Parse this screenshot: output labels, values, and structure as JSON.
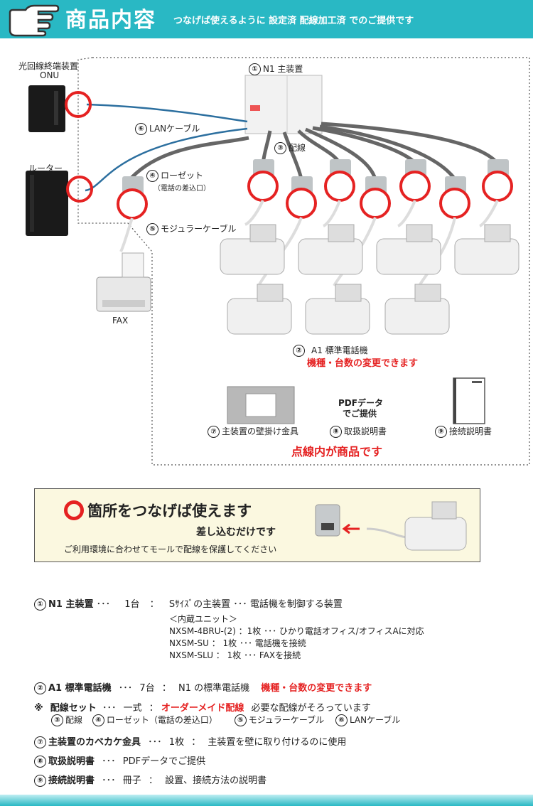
{
  "header": {
    "title": "商品内容",
    "subtitle": "つなげば使えるように 設定済 配線加工済 でのご提供です"
  },
  "diagram": {
    "onu_label_1": "光回線終端装置",
    "onu_label_2": "ONU",
    "main_unit_label": "N1 主装置",
    "main_unit_num": "①",
    "lan_label": "LANケーブル",
    "lan_num": "⑥",
    "router_label": "ルーター",
    "wiring_label": "配線",
    "wiring_num": "③",
    "rosette_label": "ローゼット",
    "rosette_num": "④",
    "rosette_sub": "（電話の差込口）",
    "modular_label": "モジュラーケーブル",
    "modular_num": "⑤",
    "fax_label": "FAX",
    "phone_label": "A1 標準電話機",
    "phone_num": "②",
    "phone_note": "機種・台数の変更できます",
    "pdf_note_1": "PDFデータ",
    "pdf_note_2": "でご提供",
    "bracket_label": "主装置の壁掛け金具",
    "bracket_num": "⑦",
    "manual_label": "取扱説明書",
    "manual_num": "⑧",
    "conn_manual_label": "接続説明書",
    "conn_manual_num": "⑨",
    "product_note": "点線内が商品です"
  },
  "callout": {
    "title": "箇所をつなげば使えます",
    "subtitle": "差し込むだけです",
    "note": "ご利用環境に合わせてモールで配線を保護してください"
  },
  "list": {
    "item1": {
      "num": "①",
      "name": "N1 主装置",
      "dots": "･･･",
      "count": "1台",
      "sep": "：",
      "desc": "Sｻｲｽﾞの主装置 ･･･ 電話機を制御する装置"
    },
    "units_header": "＜内蔵ユニット＞",
    "unit1": "NXSM-4BRU-(2) ：1枚 ･･･ ひかり電話オフィス/オフィスAに対応",
    "unit2": "NXSM-SU ： 1枚 ･･･ 電話機を接続",
    "unit3": "NXSM-SLU ： 1枚 ･･･ FAXを接続",
    "item2": {
      "num": "②",
      "name": "A1 標準電話機",
      "dots": "･･･",
      "count": "7台",
      "sep": "：",
      "desc": "N1 の標準電話機",
      "note": "機種・台数の変更できます"
    },
    "item3": {
      "num": "※",
      "name": "配線セット",
      "dots": "･･･",
      "count": "一式",
      "sep": "：",
      "red": "オーダーメイド配線",
      "desc": "必要な配線がそろっています"
    },
    "item3_sub": [
      {
        "num": "③",
        "text": "配線"
      },
      {
        "num": "④",
        "text": "ローゼット（電話の差込口）"
      },
      {
        "num": "⑤",
        "text": "モジュラーケーブル"
      },
      {
        "num": "⑥",
        "text": "LANケーブル"
      }
    ],
    "item7": {
      "num": "⑦",
      "name": "主装置のカベカケ金具",
      "dots": "･･･",
      "count": "1枚",
      "sep": "：",
      "desc": "主装置を壁に取り付けるのに使用"
    },
    "item8": {
      "num": "⑧",
      "name": "取扱説明書",
      "dots": "･･･",
      "desc": "PDFデータでご提供"
    },
    "item9": {
      "num": "⑨",
      "name": "接続説明書",
      "dots": "･･･",
      "count": "冊子",
      "sep": "：",
      "desc": "設置、接続方法の説明書"
    }
  },
  "colors": {
    "accent": "#29b8c4",
    "highlight": "#e52222",
    "callout_bg": "#fbf8e0"
  }
}
